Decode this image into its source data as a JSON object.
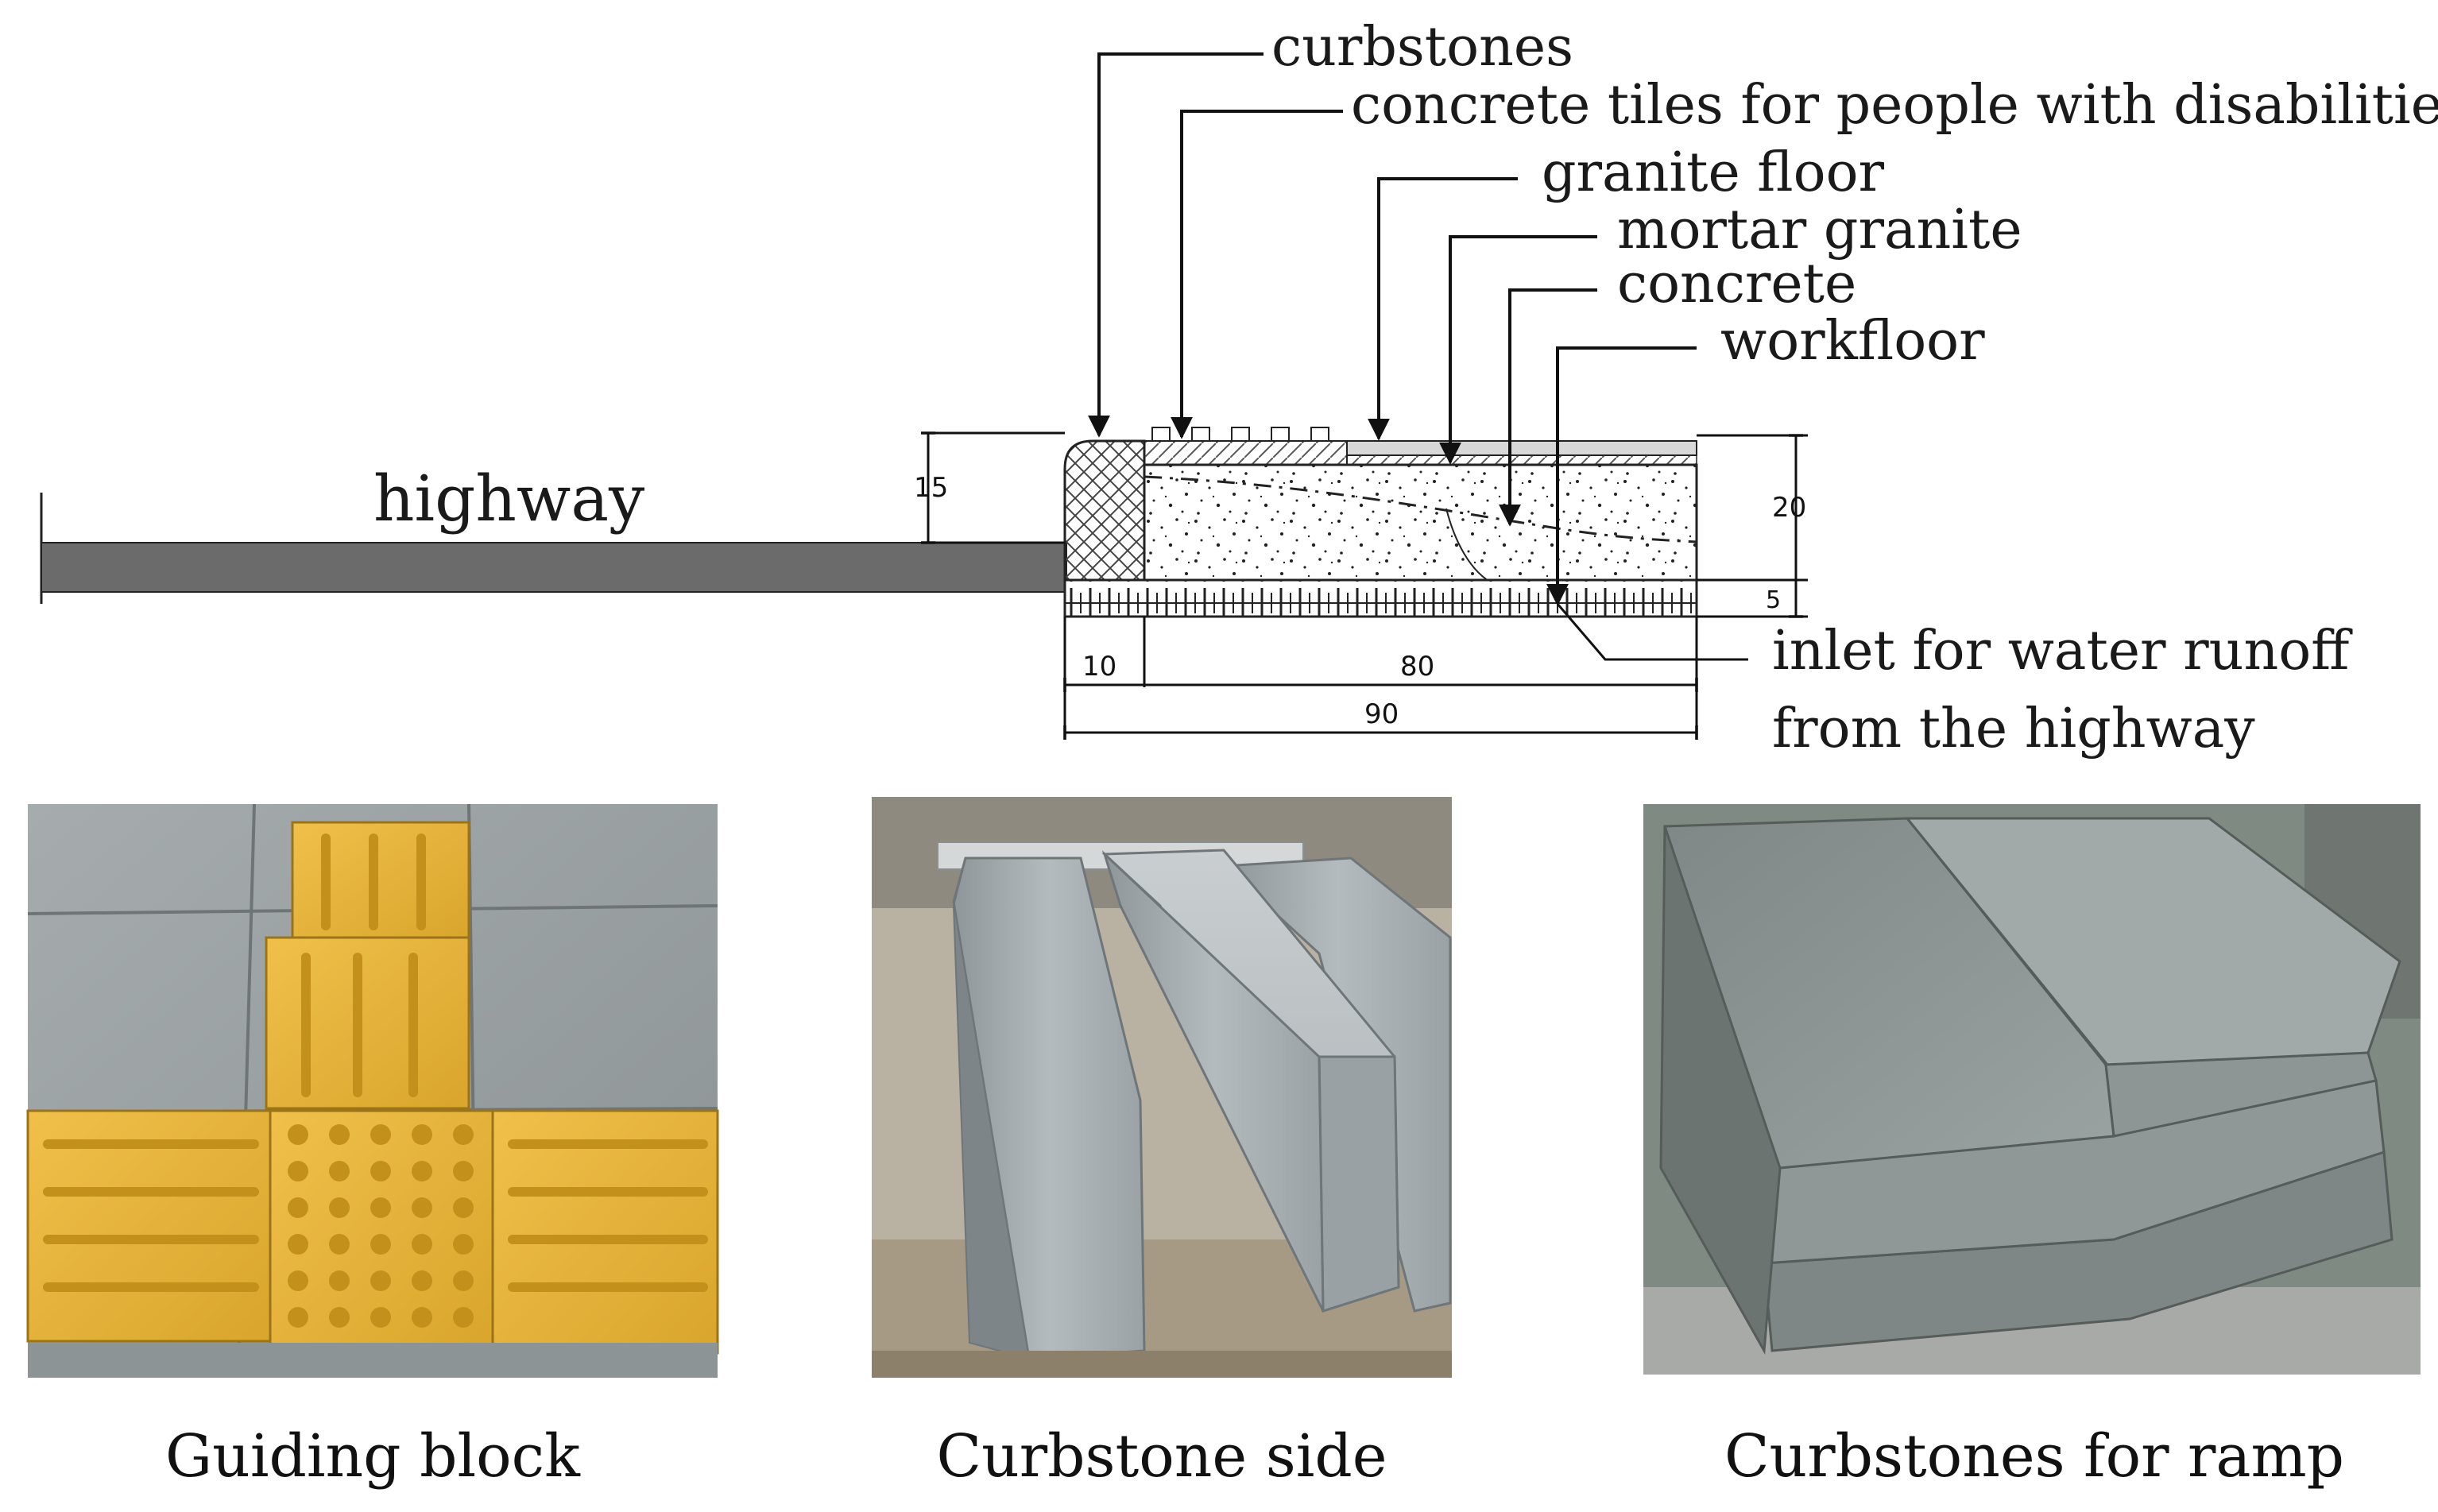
{
  "diagram": {
    "road_label": "highway",
    "layer_labels": {
      "curbstones": "curbstones",
      "tiles": "concrete tiles for people with disabilities",
      "granite_floor": "granite floor",
      "mortar": "mortar granite",
      "concrete": "concrete",
      "workfloor": "workfloor"
    },
    "inlet_label_line1": "inlet for water runoff",
    "inlet_label_line2": "from the highway",
    "dimensions": {
      "curb_height": "15",
      "total_height": "20",
      "base_height": "5",
      "curb_width": "10",
      "walk_width": "80",
      "total_width": "90"
    }
  },
  "photos": [
    {
      "caption": "Guiding block",
      "subject": "yellow tactile paving tiles on grey pavement",
      "colors": {
        "tile": "#e8b63a",
        "pavement": "#9aa1a3"
      }
    },
    {
      "caption": "Curbstone side",
      "subject": "grey granite curbstones with chamfered edge",
      "colors": {
        "stone": "#a7aeb1"
      }
    },
    {
      "caption": "Curbstones for ramp",
      "subject": "stacked sloped granite ramp curbstones",
      "colors": {
        "stone": "#8f9897"
      }
    }
  ]
}
